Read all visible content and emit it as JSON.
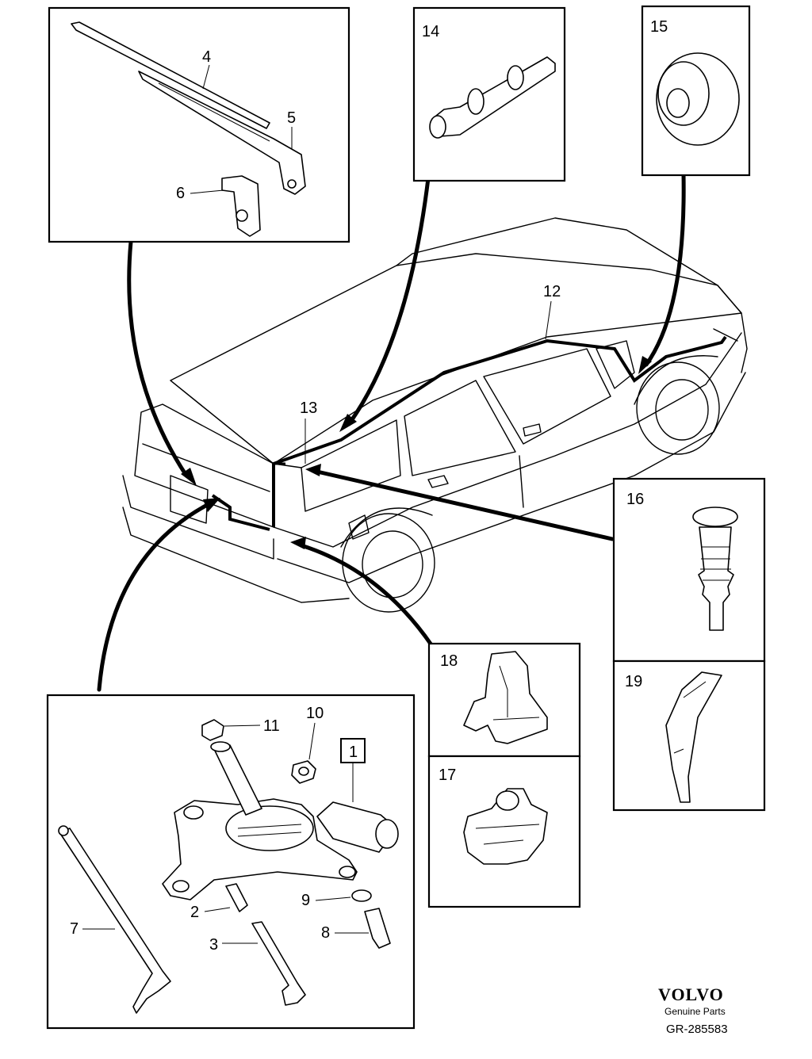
{
  "callouts": {
    "n1": "1",
    "n2": "2",
    "n3": "3",
    "n4": "4",
    "n5": "5",
    "n6": "6",
    "n7": "7",
    "n8": "8",
    "n9": "9",
    "n10": "10",
    "n11": "11",
    "n12": "12",
    "n13": "13",
    "n14": "14",
    "n15": "15",
    "n16": "16",
    "n17": "17",
    "n18": "18",
    "n19": "19"
  },
  "branding": {
    "logo": "VOLVO",
    "tagline": "Genuine Parts",
    "reference": "GR-285583"
  }
}
